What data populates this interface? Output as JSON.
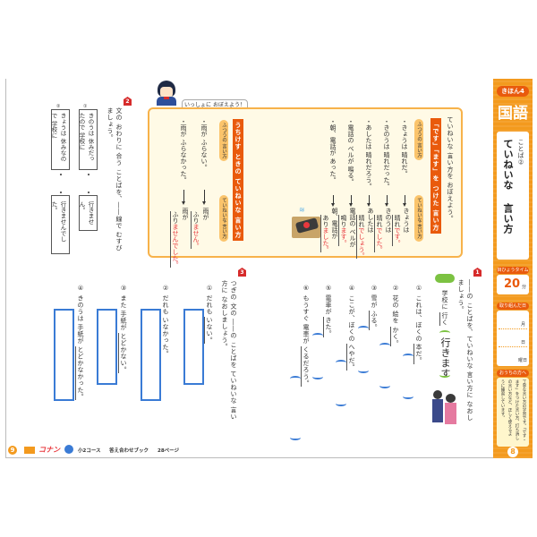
{
  "sidebar": {
    "badge": "きほん4",
    "subject": "国語",
    "unit": "ことば②",
    "title_1": "ていねいな",
    "title_2": "言い方",
    "time_label": "目ひょうタイム",
    "time_value": "20",
    "time_unit": "分",
    "date_label": "取り組んだ日",
    "month": "月",
    "day": "日",
    "weekday": "曜日",
    "parents_label": "おうちの方へ",
    "parents_text_1": "丁寧な言い方の学習です。「です・",
    "parents_text_2": "ます」をつけた言い方、打ち消し",
    "parents_text_3": "の言い方など、正しく使えるよ",
    "parents_text_4": "うに練習しています。",
    "page_number": "8"
  },
  "learn": {
    "heading": "ていねいな 言い方を おぼえよう。",
    "tag_1": "「です」「ます」を つけた 言い方",
    "tag_2": "うちけす ときの ていねいな 言い方",
    "plain_label": "ふつうの 言い方",
    "polite_label": "ていねいな 言い方",
    "rows_1": [
      {
        "plain": "・きょうは 晴れだ。",
        "polite_a": "きょうは",
        "polite_b": "晴れ",
        "polite_red": "です。"
      },
      {
        "plain": "・きのうは 晴れだった。",
        "polite_a": "きのうは",
        "polite_b": "晴れ",
        "polite_red": "でした。"
      },
      {
        "plain": "・あしたは 晴れだろう。",
        "polite_a": "あしたは",
        "polite_b": "晴れ",
        "polite_red": "でしょう。"
      },
      {
        "plain": "・電話の ベルが 鳴る。",
        "polite_a": "電話の ベルが",
        "polite_b": "鳴り",
        "polite_red": "ます。"
      },
      {
        "plain": "・朝、電話が あった。",
        "polite_a": "朝、電話が",
        "polite_b": "あり",
        "polite_red": "ました。"
      }
    ],
    "rows_2": [
      {
        "plain": "・雨が ふらない。",
        "polite_a": "雨が",
        "polite_b": "ふり",
        "polite_red": "ません。"
      },
      {
        "plain": "・雨が ふらなかった。",
        "polite_a": "雨が",
        "polite_b": "ふり",
        "polite_red": "ませんでした。"
      }
    ],
    "speech": "いっしょに おぼえよう！"
  },
  "q1": {
    "number": "1",
    "instr_1": "――の ことばを、ていねいな 言い方に なおし",
    "instr_2": "ましょう。",
    "example_a": "学校に",
    "example_u": "行く",
    "example_answer": "行きます",
    "items": [
      {
        "n": "①",
        "a": "これは、ぼくの",
        "u": "本だ。"
      },
      {
        "n": "②",
        "a": "花の 絵を",
        "u": "かく。"
      },
      {
        "n": "③",
        "a": "雪が",
        "u": "ふる。"
      },
      {
        "n": "④",
        "a": "ここが、ぼくの",
        "u": "へやだ。"
      },
      {
        "n": "⑤",
        "a": "電車が",
        "u": "きた。"
      },
      {
        "n": "⑥",
        "a": "もうすぐ 電車が",
        "u": "くるだろう。"
      }
    ]
  },
  "q2": {
    "number": "2",
    "instr_1": "文の おわりに 合う ことばを、――線で むすび",
    "instr_2": "ましょう。",
    "left": [
      {
        "n": "①",
        "text": "きのうは 休みだったので 学校に"
      },
      {
        "n": "②",
        "text": "きょうは 休みなので 学校に"
      }
    ],
    "right": [
      "行きません。",
      "行きませんでした。"
    ]
  },
  "q3": {
    "number": "3",
    "instr_1": "つぎの 文の ――の ことばを ていねいな 言い",
    "instr_2": "方に なおしましょう。",
    "items": [
      {
        "n": "①",
        "a": "だれも",
        "u": "いない。"
      },
      {
        "n": "②",
        "a": "だれも",
        "u": "いなかった。"
      },
      {
        "n": "③",
        "a": "また 手紙が",
        "u": "とどかない。"
      },
      {
        "n": "④",
        "a": "きのうは 手紙が",
        "u": "とどかなかった。"
      }
    ]
  },
  "footer": {
    "page_number": "9",
    "brand": "コナン",
    "course": "小2コース",
    "book": "答え合わせブック",
    "page_ref": "28ページ"
  }
}
